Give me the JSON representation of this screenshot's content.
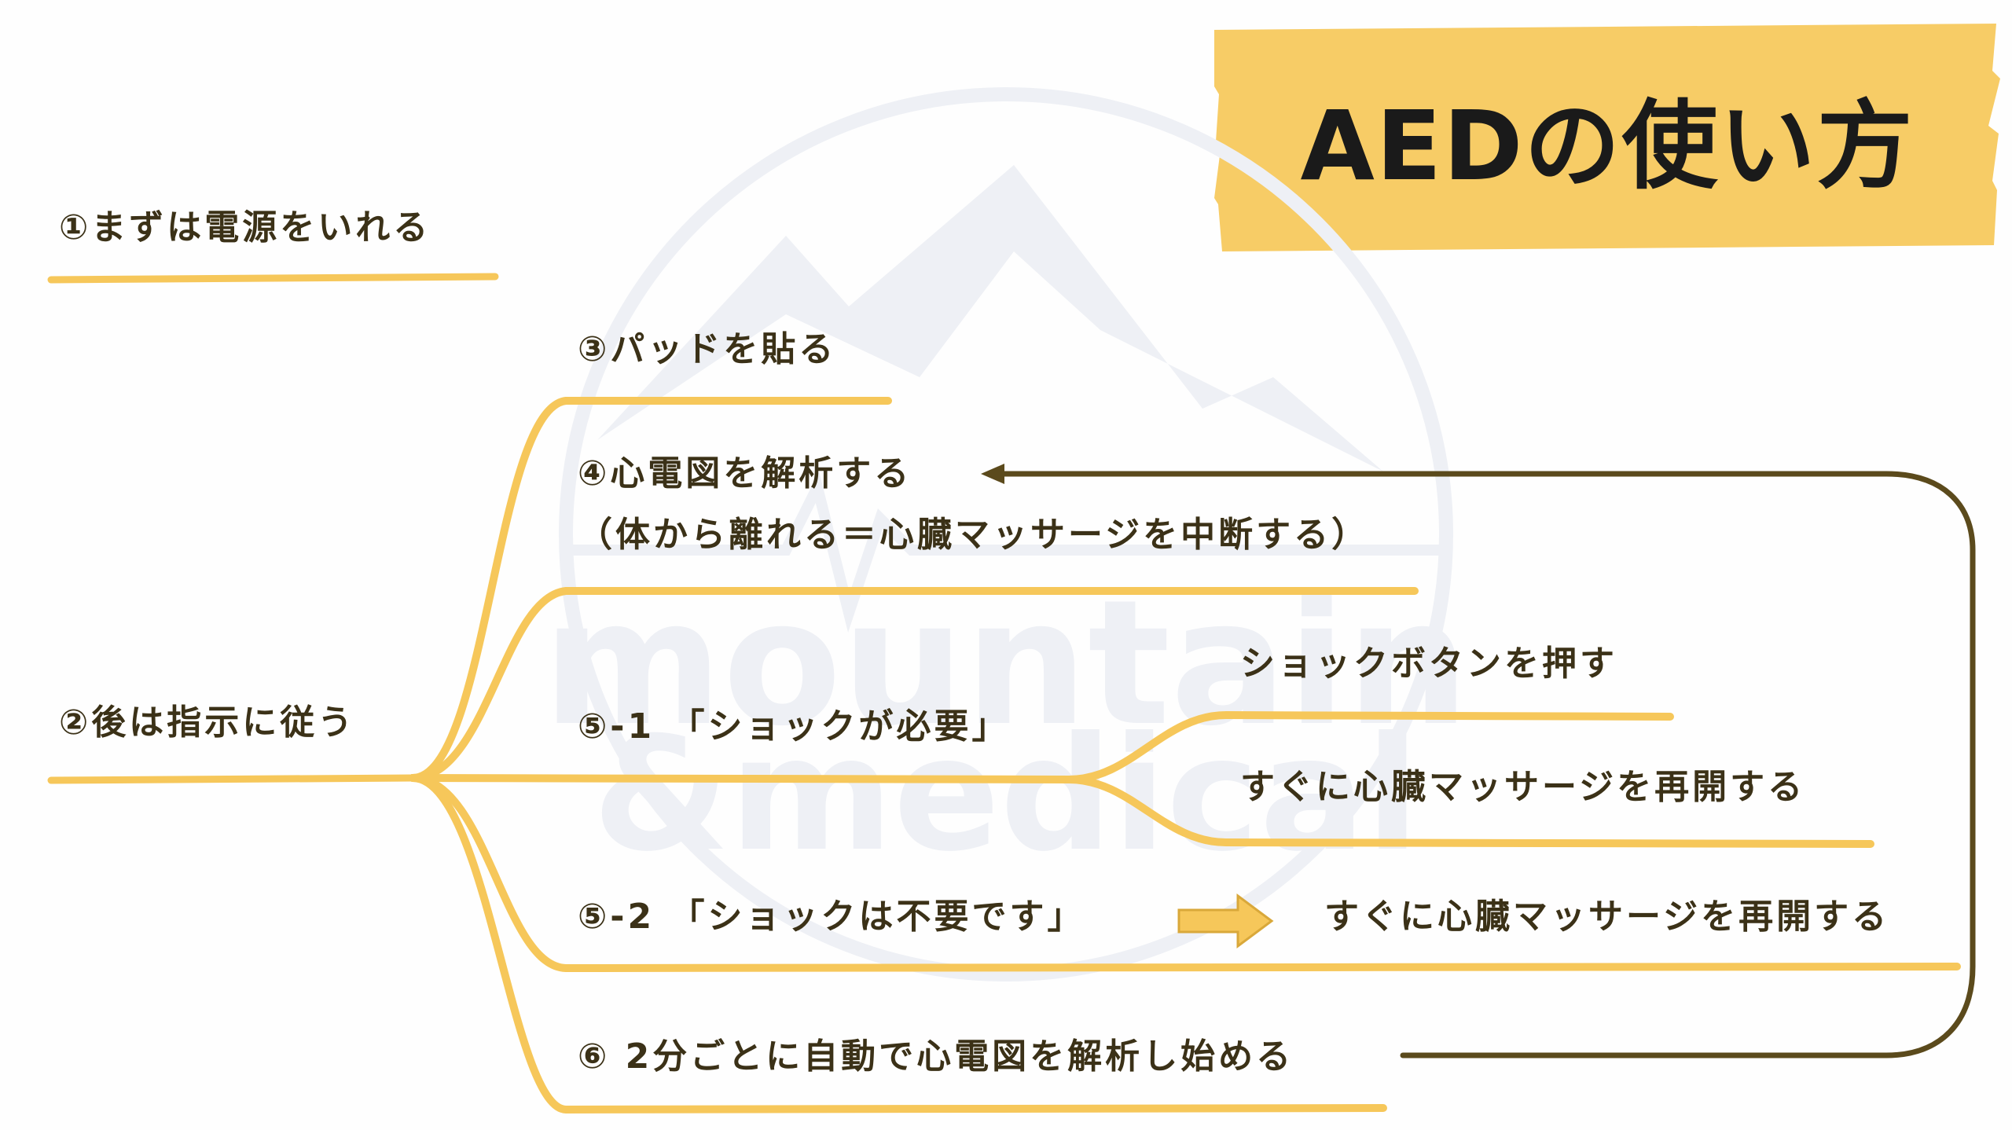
{
  "title": "AEDの使い方",
  "watermark": {
    "line1": "mountain",
    "line2": "&medical"
  },
  "nodes": {
    "step1": "①まずは電源をいれる",
    "step2": "②後は指示に従う",
    "step3": "③パッドを貼る",
    "step4_line1": "④心電図を解析する",
    "step4_line2": "（体から離れる＝心臓マッサージを中断する）",
    "step5_1": "⑤-1 「ショックが必要」",
    "step5_1_a": "ショックボタンを押す",
    "step5_1_b": "すぐに心臓マッサージを再開する",
    "step5_2": "⑤-2 「ショックは不要です」",
    "step5_2_a": "すぐに心臓マッサージを再開する",
    "step6": "⑥ 2分ごとに自動で心電図を解析し始める"
  },
  "colors": {
    "branch": "#f6c75a",
    "banner": "#f7cc66",
    "loop": "#5b4a1c",
    "text": "#3b3117",
    "watermark": "#eef0f5"
  }
}
